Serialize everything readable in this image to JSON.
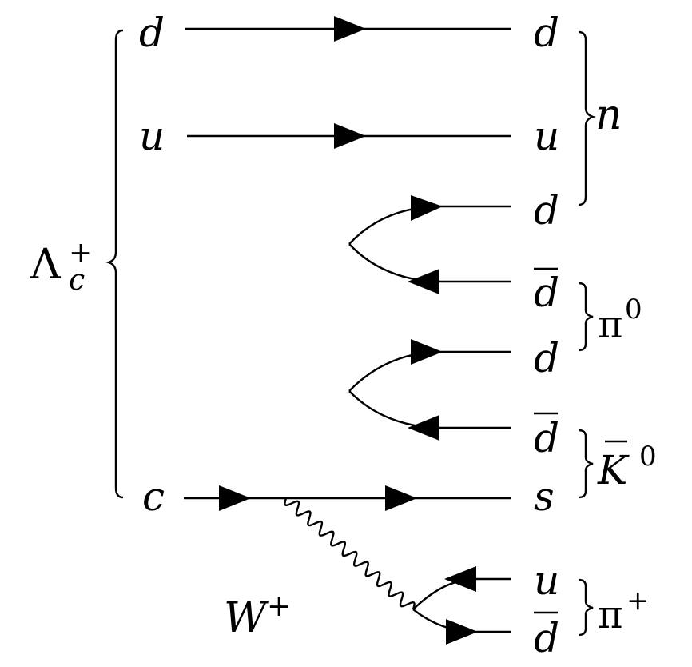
{
  "initial": {
    "baryon_symbol": "Λ",
    "baryon_sub": "c",
    "baryon_sup": "+",
    "quarks": [
      "d",
      "u",
      "c"
    ]
  },
  "final": {
    "quarks": [
      "d",
      "u",
      "d",
      "d",
      "d",
      "d",
      "s",
      "u",
      "d"
    ],
    "neutron": "n",
    "pion0_symbol": "π",
    "pion0_sup": "0",
    "kaon_symbol": "K",
    "kaon_sup": "0",
    "pionplus_symbol": "π",
    "pionplus_sup": "+"
  },
  "boson": {
    "symbol": "W",
    "sup": "+"
  }
}
